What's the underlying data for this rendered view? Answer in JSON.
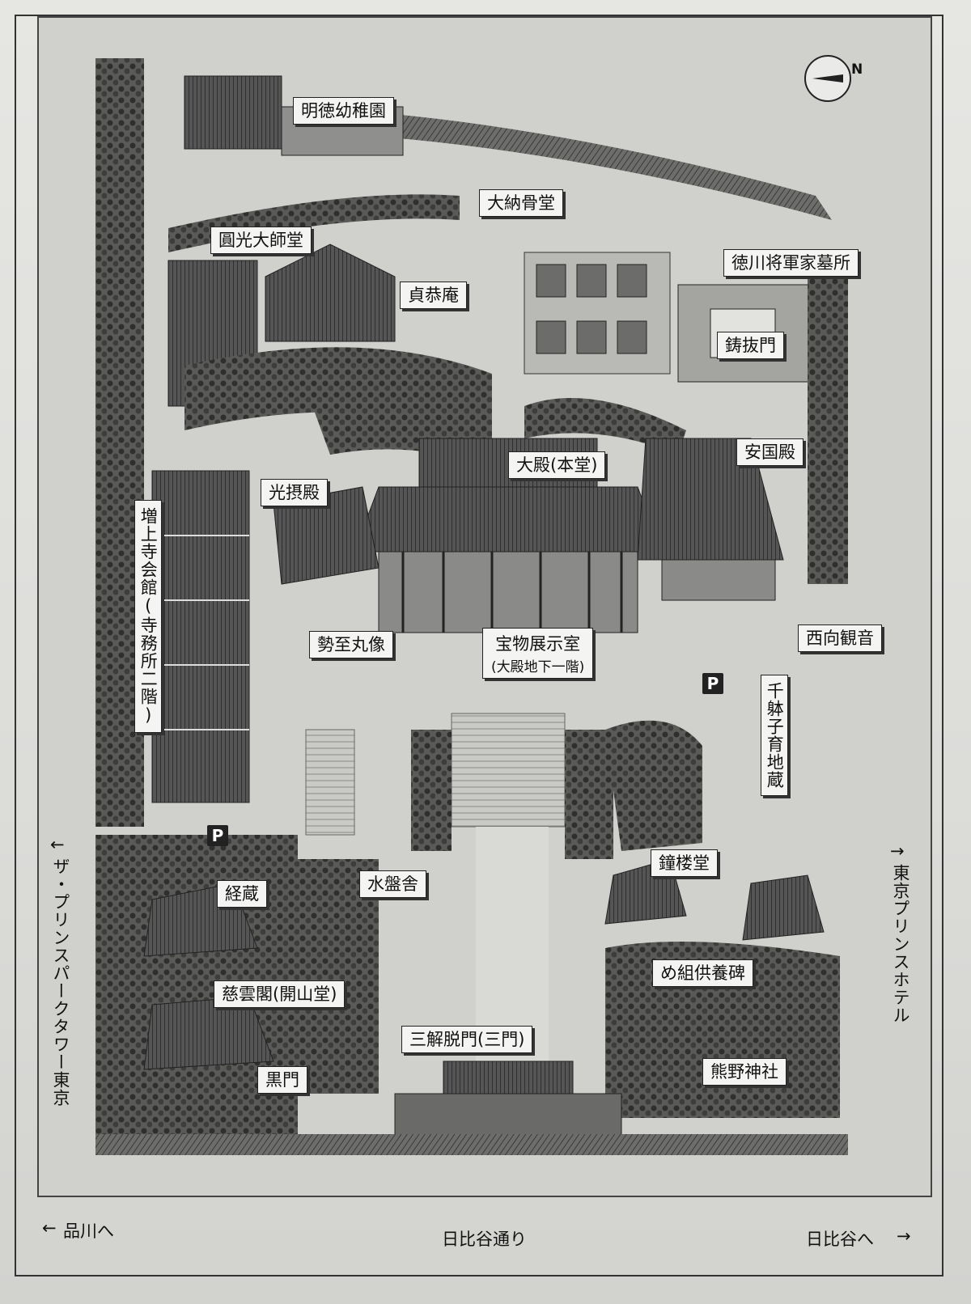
{
  "compass": {
    "label": "N"
  },
  "labels": {
    "meitoku": "明徳幼稚園",
    "dainoukotsudo": "大納骨堂",
    "enko": "圓光大師堂",
    "teikyoan": "貞恭庵",
    "tokugawa": "徳川将軍家墓所",
    "chunukimon": "鋳抜門",
    "ankokuden": "安国殿",
    "daiden": "大殿(本堂)",
    "kosetsuden": "光摂殿",
    "kaikan": "増上寺会館(寺務所二階)",
    "seishimaru": "勢至丸像",
    "homotsu_main": "宝物展示室",
    "homotsu_sub": "(大殿地下一階)",
    "saiko": "西向観音",
    "senbiki": "千躰子育地蔵",
    "shoro": "鐘楼堂",
    "kyozo": "経蔵",
    "suibansha": "水盤舎",
    "megumi": "め組供養碑",
    "jiunkaku": "慈雲閣(開山堂)",
    "sangedatsu": "三解脱門(三門)",
    "kuromon": "黒門",
    "kumano": "熊野神社"
  },
  "parking": {
    "symbol": "P"
  },
  "edges": {
    "left_vertical": "ザ・プリンスパークタワー東京",
    "right_vertical": "東京プリンスホテル",
    "left_arrow": "←",
    "right_arrow": "→",
    "bottom_left": "品川へ",
    "bottom_center": "日比谷通り",
    "bottom_right": "日比谷へ"
  }
}
